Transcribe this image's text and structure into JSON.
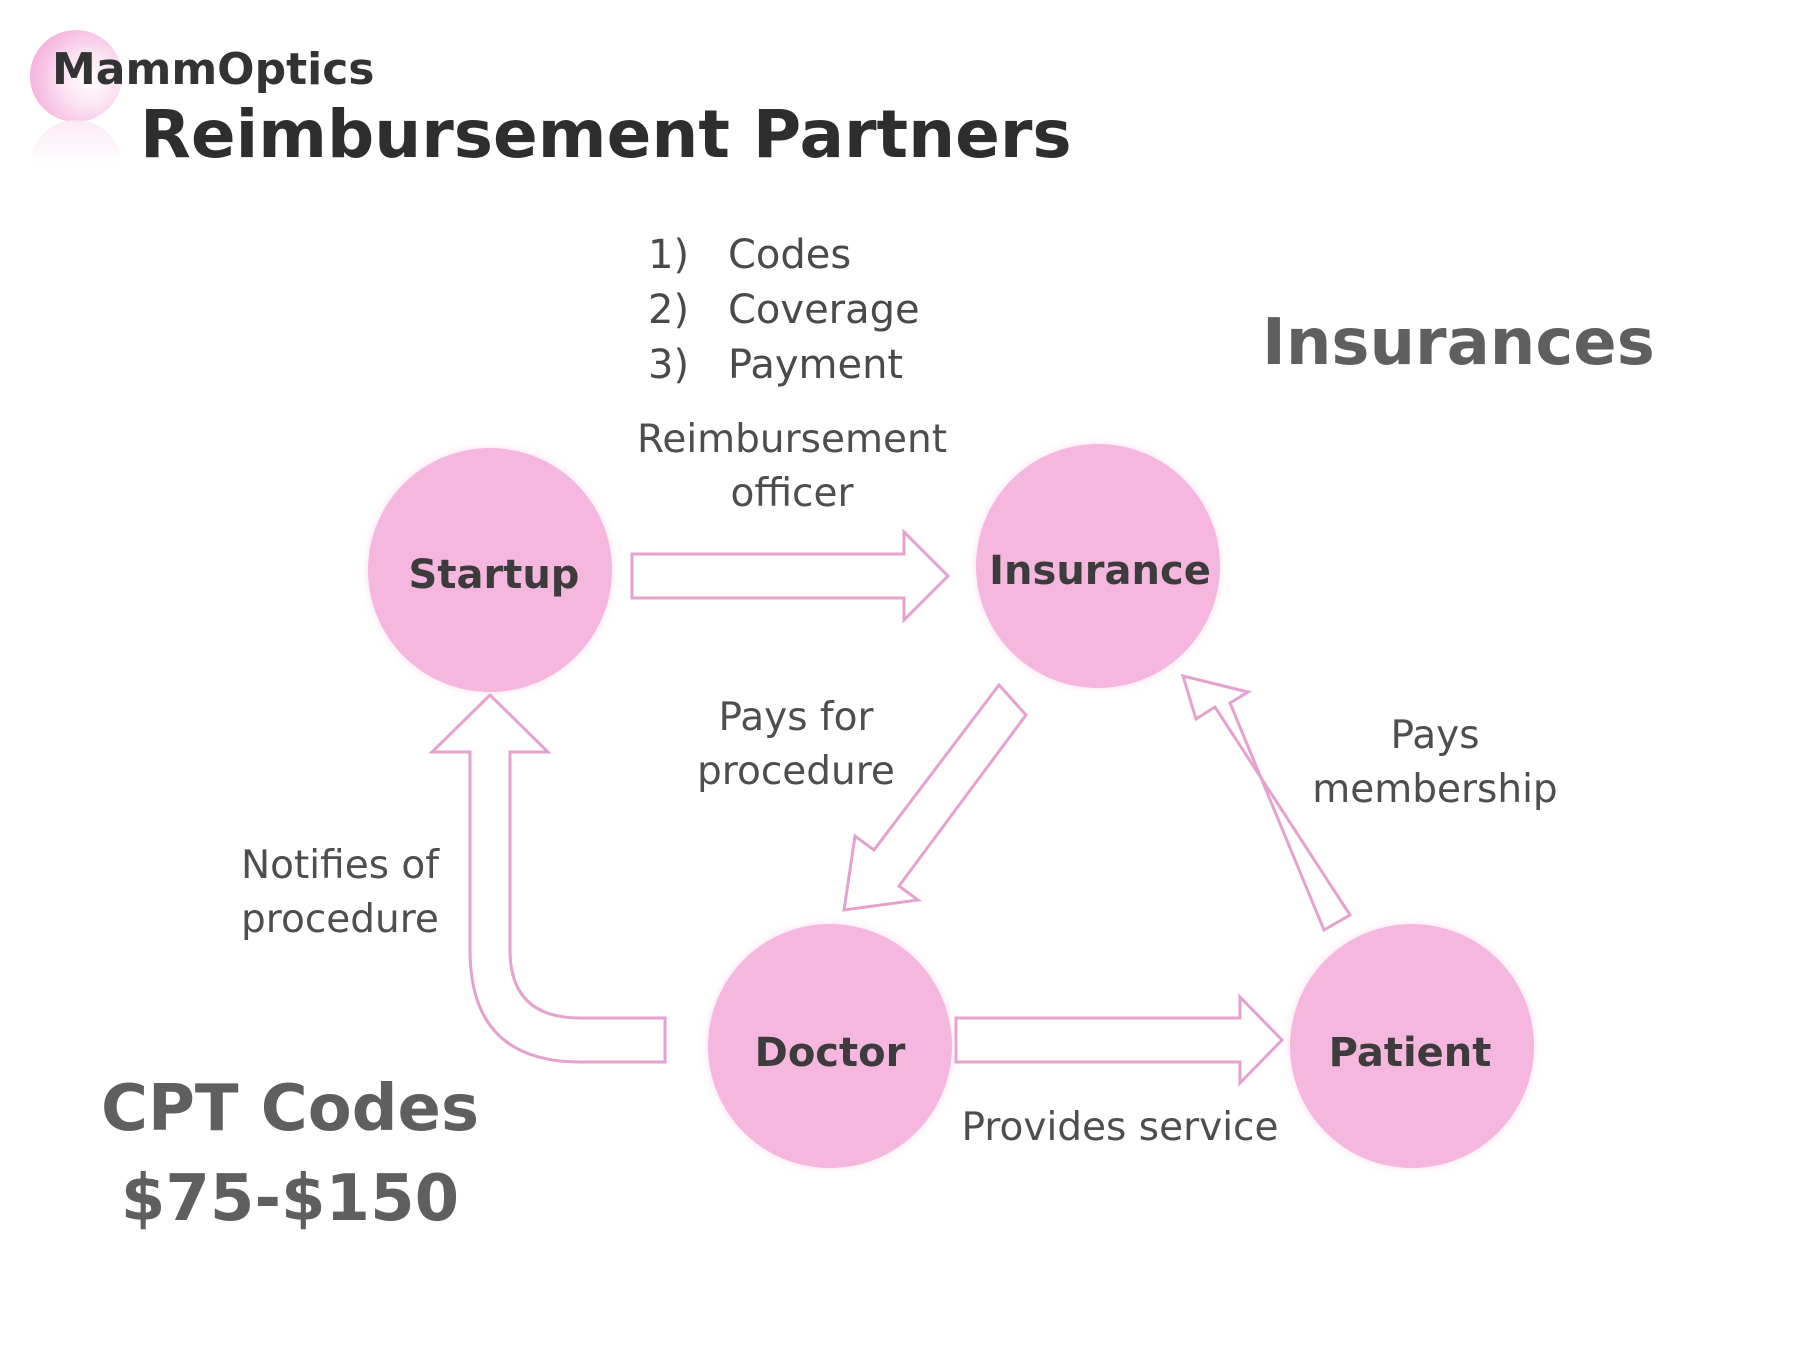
{
  "brand": {
    "name": "MammOptics",
    "icon": "pink-orb-logo"
  },
  "title": "Reimbursement Partners",
  "steps": [
    {
      "num": "1)",
      "label": "Codes"
    },
    {
      "num": "2)",
      "label": "Coverage"
    },
    {
      "num": "3)",
      "label": "Payment"
    }
  ],
  "headings": {
    "insurances": "Insurances",
    "cpt_codes": "CPT Codes",
    "price_range": "$75-$150"
  },
  "nodes": {
    "startup": "Startup",
    "insurance": "Insurance",
    "doctor": "Doctor",
    "patient": "Patient"
  },
  "edges": {
    "startup_to_insurance": [
      "Reimbursement",
      "officer"
    ],
    "insurance_to_doctor": [
      "Pays for",
      "procedure"
    ],
    "patient_to_insurance": [
      "Pays",
      "membership"
    ],
    "doctor_to_startup": [
      "Notifies of",
      "procedure"
    ],
    "doctor_to_patient": [
      "Provides service"
    ]
  },
  "colors": {
    "node_fill": "#f6b7de",
    "arrow_outline": "#e5a2cf",
    "heading_gray": "#5f5f5f",
    "title_dark": "#2e2e2e"
  }
}
